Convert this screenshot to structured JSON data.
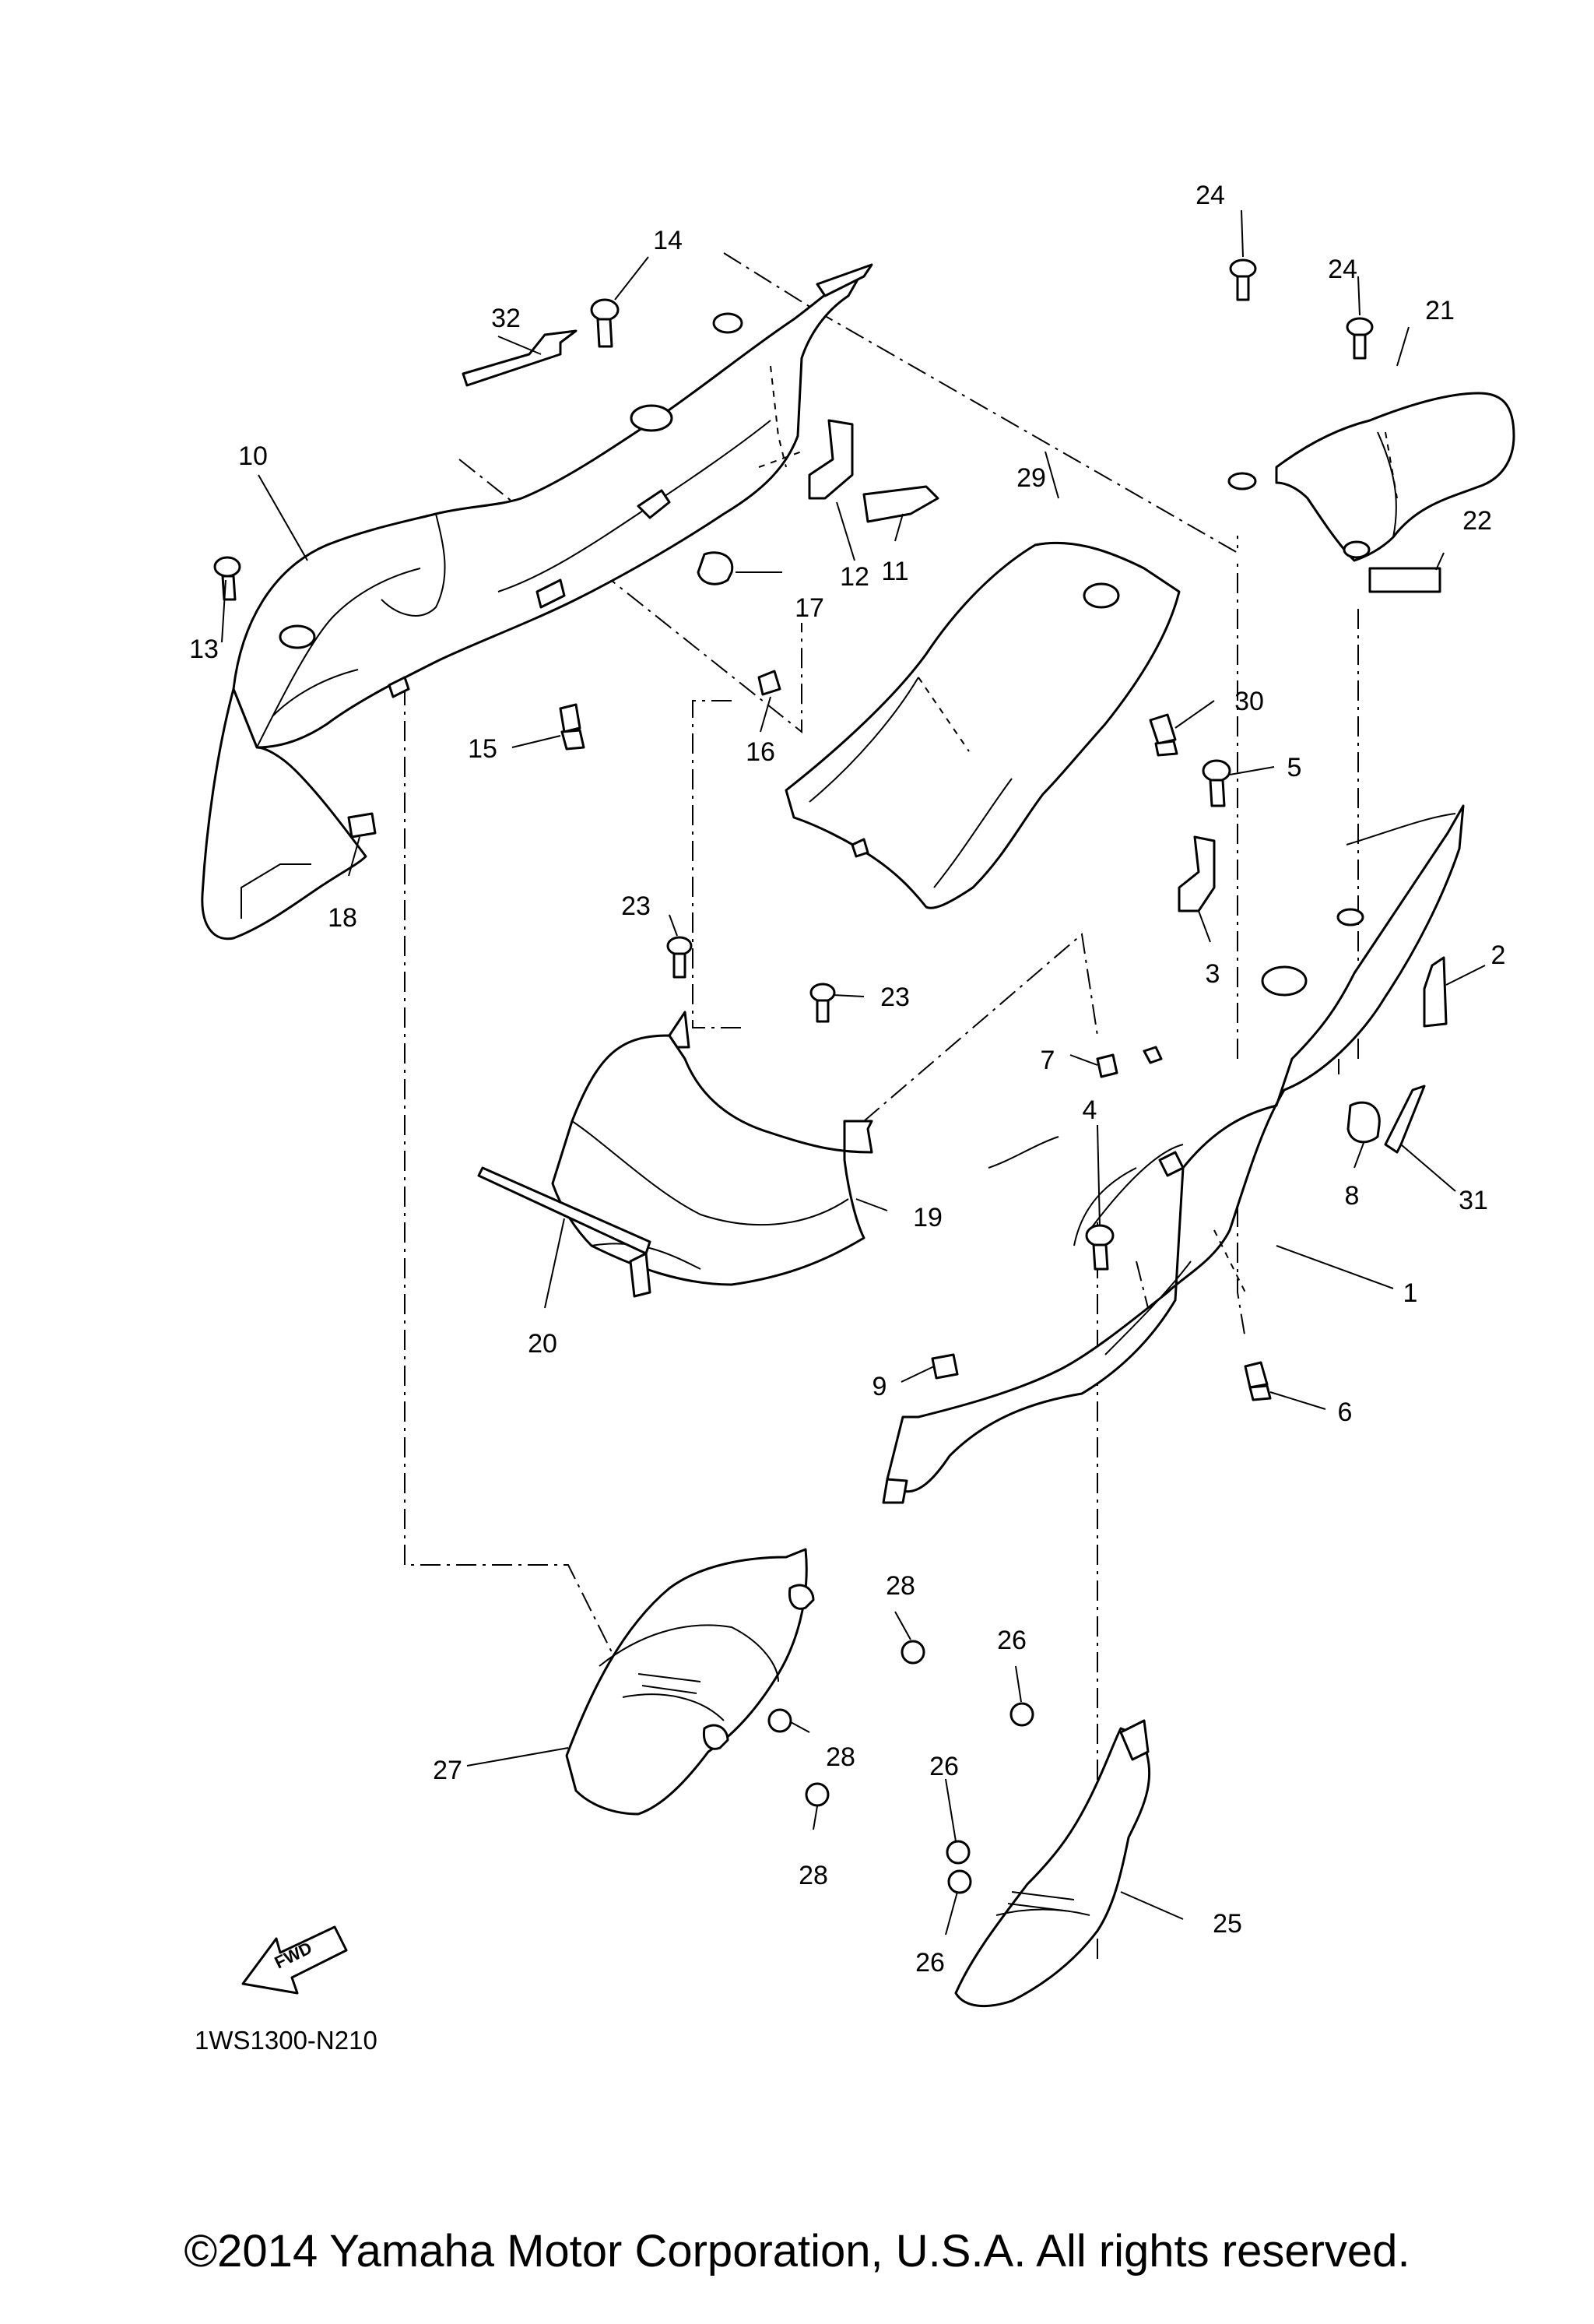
{
  "diagram": {
    "code": "1WS1300-N210",
    "fwd_label": "FWD",
    "copyright": "©2014 Yamaha Motor Corporation, U.S.A. All rights reserved.",
    "callouts": [
      {
        "id": "1",
        "text": "1"
      },
      {
        "id": "2",
        "text": "2"
      },
      {
        "id": "3",
        "text": "3"
      },
      {
        "id": "4",
        "text": "4"
      },
      {
        "id": "5",
        "text": "5"
      },
      {
        "id": "6",
        "text": "6"
      },
      {
        "id": "7",
        "text": "7"
      },
      {
        "id": "8",
        "text": "8"
      },
      {
        "id": "9",
        "text": "9"
      },
      {
        "id": "10",
        "text": "10"
      },
      {
        "id": "11",
        "text": "11"
      },
      {
        "id": "12",
        "text": "12"
      },
      {
        "id": "13",
        "text": "13"
      },
      {
        "id": "14",
        "text": "14"
      },
      {
        "id": "15",
        "text": "15"
      },
      {
        "id": "16",
        "text": "16"
      },
      {
        "id": "17",
        "text": "17"
      },
      {
        "id": "18",
        "text": "18"
      },
      {
        "id": "19",
        "text": "19"
      },
      {
        "id": "20",
        "text": "20"
      },
      {
        "id": "21",
        "text": "21"
      },
      {
        "id": "22",
        "text": "22"
      },
      {
        "id": "23a",
        "text": "23"
      },
      {
        "id": "23b",
        "text": "23"
      },
      {
        "id": "24a",
        "text": "24"
      },
      {
        "id": "24b",
        "text": "24"
      },
      {
        "id": "25",
        "text": "25"
      },
      {
        "id": "26a",
        "text": "26"
      },
      {
        "id": "26b",
        "text": "26"
      },
      {
        "id": "26c",
        "text": "26"
      },
      {
        "id": "27",
        "text": "27"
      },
      {
        "id": "28a",
        "text": "28"
      },
      {
        "id": "28b",
        "text": "28"
      },
      {
        "id": "28c",
        "text": "28"
      },
      {
        "id": "29",
        "text": "29"
      },
      {
        "id": "30",
        "text": "30"
      },
      {
        "id": "31",
        "text": "31"
      },
      {
        "id": "32",
        "text": "32"
      }
    ]
  }
}
